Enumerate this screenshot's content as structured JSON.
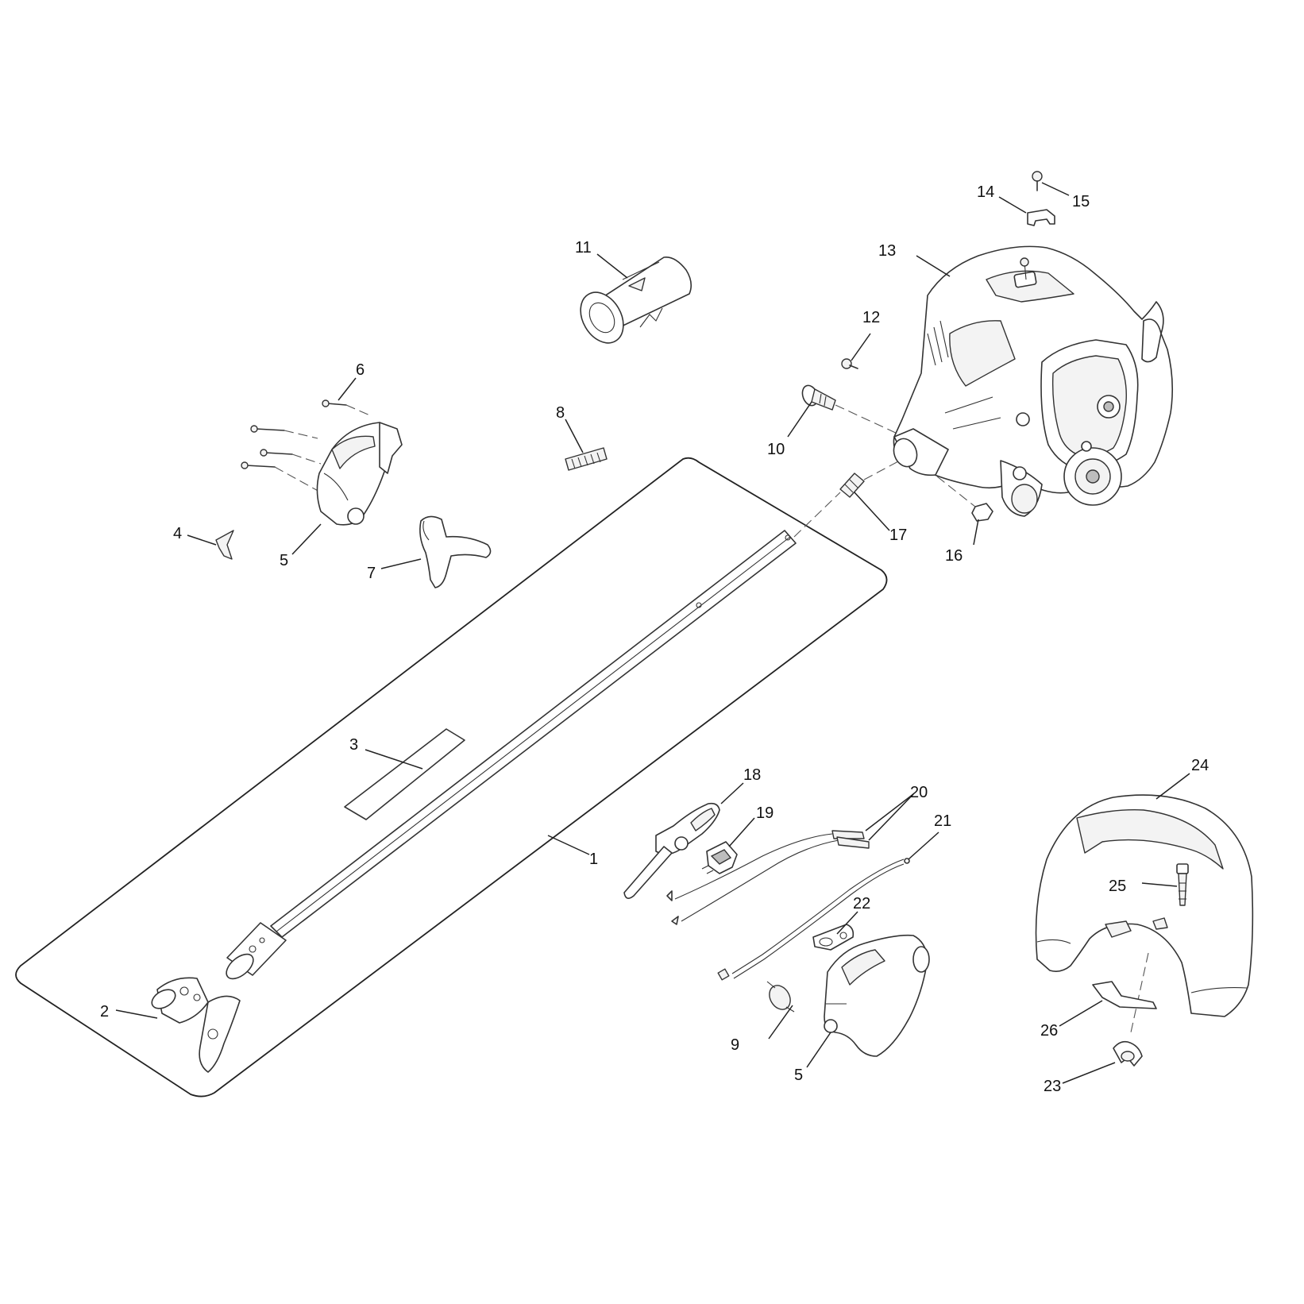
{
  "callouts": [
    {
      "id": "c1",
      "text": "1"
    },
    {
      "id": "c2",
      "text": "2"
    },
    {
      "id": "c3",
      "text": "3"
    },
    {
      "id": "c4",
      "text": "4"
    },
    {
      "id": "c5a",
      "text": "5"
    },
    {
      "id": "c5b",
      "text": "5"
    },
    {
      "id": "c6",
      "text": "6"
    },
    {
      "id": "c7",
      "text": "7"
    },
    {
      "id": "c8",
      "text": "8"
    },
    {
      "id": "c9",
      "text": "9"
    },
    {
      "id": "c10",
      "text": "10"
    },
    {
      "id": "c11",
      "text": "11"
    },
    {
      "id": "c12",
      "text": "12"
    },
    {
      "id": "c13",
      "text": "13"
    },
    {
      "id": "c14",
      "text": "14"
    },
    {
      "id": "c15",
      "text": "15"
    },
    {
      "id": "c16",
      "text": "16"
    },
    {
      "id": "c17",
      "text": "17"
    },
    {
      "id": "c18",
      "text": "18"
    },
    {
      "id": "c19",
      "text": "19"
    },
    {
      "id": "c20",
      "text": "20"
    },
    {
      "id": "c21",
      "text": "21"
    },
    {
      "id": "c22",
      "text": "22"
    },
    {
      "id": "c23",
      "text": "23"
    },
    {
      "id": "c24",
      "text": "24"
    },
    {
      "id": "c25",
      "text": "25"
    },
    {
      "id": "c26",
      "text": "26"
    }
  ]
}
